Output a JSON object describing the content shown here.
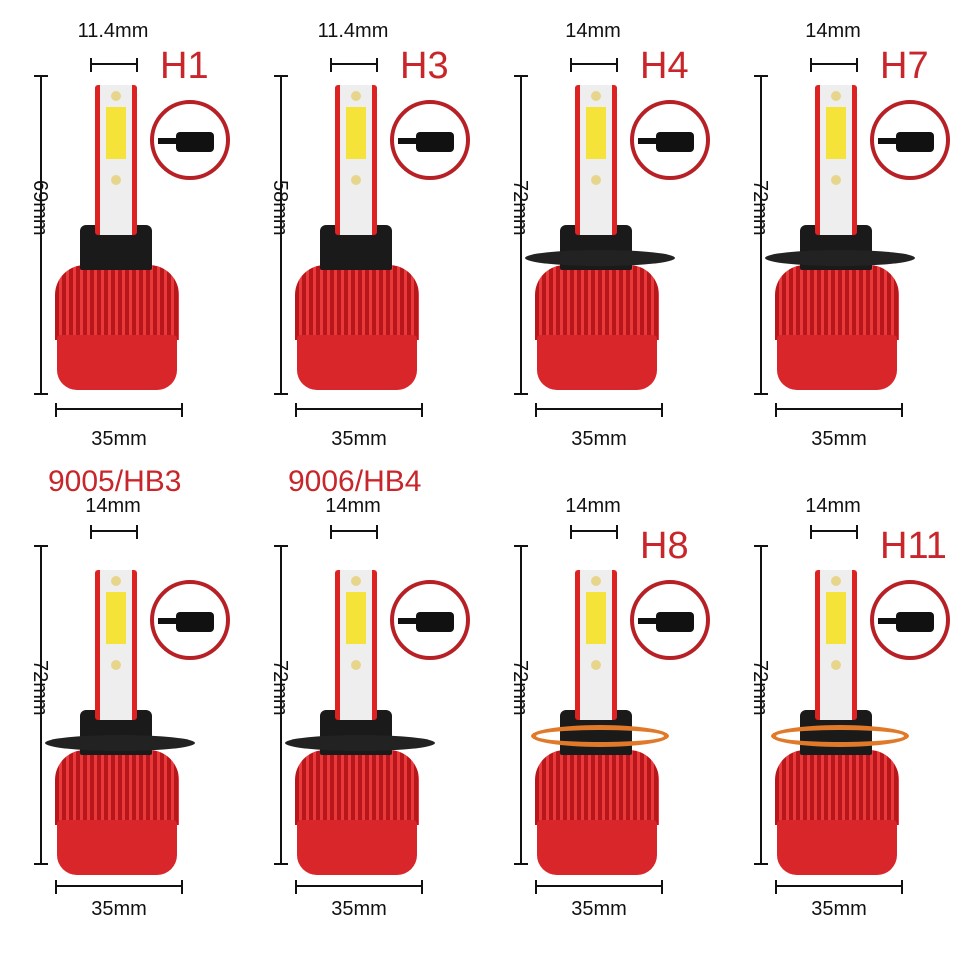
{
  "cells": [
    {
      "model": "H1",
      "top_width": "11.4mm",
      "height": "69mm",
      "bottom_width": "35mm",
      "connector": "wire-terminal"
    },
    {
      "model": "H3",
      "top_width": "11.4mm",
      "height": "58mm",
      "bottom_width": "35mm",
      "connector": "wire-terminal"
    },
    {
      "model": "H4",
      "top_width": "14mm",
      "height": "72mm",
      "bottom_width": "35mm",
      "connector": "plug"
    },
    {
      "model": "H7",
      "top_width": "14mm",
      "height": "72mm",
      "bottom_width": "35mm",
      "connector": "plug"
    },
    {
      "model": "9005/HB3",
      "top_width": "14mm",
      "height": "72mm",
      "bottom_width": "35mm",
      "connector": "plug"
    },
    {
      "model": "9006/HB4",
      "top_width": "14mm",
      "height": "72mm",
      "bottom_width": "35mm",
      "connector": "plug"
    },
    {
      "model": "H8",
      "top_width": "14mm",
      "height": "72mm",
      "bottom_width": "35mm",
      "connector": "plug"
    },
    {
      "model": "H11",
      "top_width": "14mm",
      "height": "72mm",
      "bottom_width": "35mm",
      "connector": "plug"
    }
  ],
  "colors": {
    "accent": "#c8262b",
    "bulb": "#d8262a",
    "led": "#f5e33a"
  }
}
